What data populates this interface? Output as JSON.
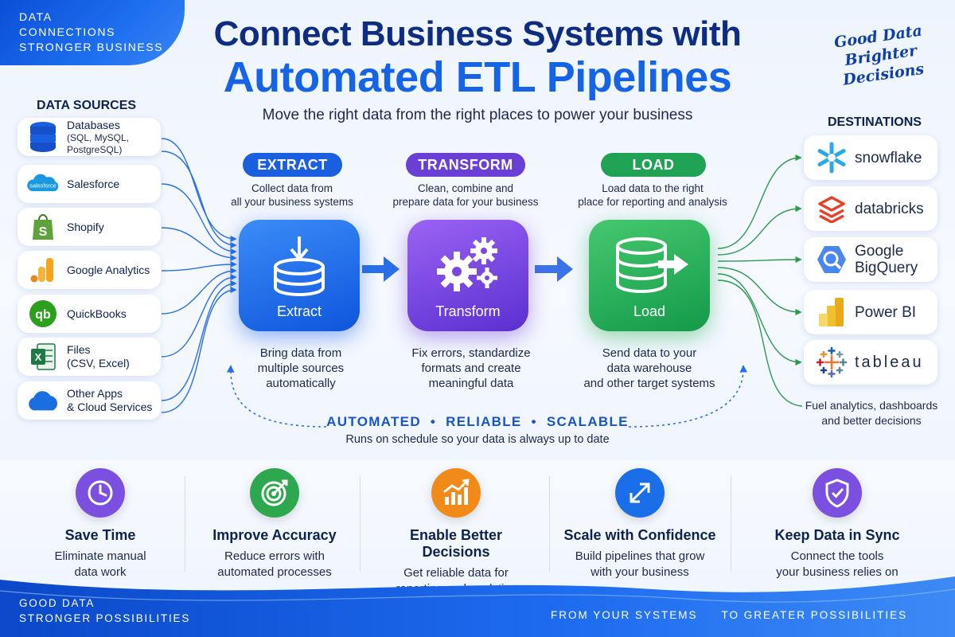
{
  "brand": {
    "corner_top_left": [
      "DATA",
      "CONNECTIONS",
      "STRONGER BUSINESS"
    ],
    "corner_top_right": [
      "Good Data",
      "Brighter Decisions"
    ]
  },
  "header": {
    "title_line1": "Connect Business Systems with",
    "title_line2": "Automated ETL Pipelines",
    "subtitle": "Move the right data from the right places to power your business"
  },
  "sources": {
    "header": "DATA SOURCES",
    "items": [
      {
        "label": "Databases",
        "sub": "(SQL, MySQL,",
        "sub2": "PostgreSQL)",
        "icon": "database-icon"
      },
      {
        "label": "Salesforce",
        "icon": "salesforce-icon",
        "icon_text": "salesforce"
      },
      {
        "label": "Shopify",
        "icon": "shopify-icon"
      },
      {
        "label": "Google Analytics",
        "icon": "google-analytics-icon"
      },
      {
        "label": "QuickBooks",
        "icon": "quickbooks-icon",
        "icon_text": "qb"
      },
      {
        "label": "Files",
        "sub": "(CSV, Excel)",
        "icon": "excel-icon"
      },
      {
        "label": "Other Apps",
        "sub": "& Cloud Services",
        "icon": "cloud-icon"
      }
    ]
  },
  "stages": {
    "extract": {
      "pill": "EXTRACT",
      "desc1": "Collect data from",
      "desc2": "all your business systems",
      "box_label": "Extract",
      "detail1": "Bring data from",
      "detail2": "multiple sources",
      "detail3": "automatically",
      "color": "#1a5fe0"
    },
    "transform": {
      "pill": "TRANSFORM",
      "desc1": "Clean, combine and",
      "desc2": "prepare data for your business",
      "box_label": "Transform",
      "detail1": "Fix errors, standardize",
      "detail2": "formats and create",
      "detail3": "meaningful data",
      "color": "#6a3fd6"
    },
    "load": {
      "pill": "LOAD",
      "desc1": "Load data to the right",
      "desc2": "place for reporting and analysis",
      "box_label": "Load",
      "detail1": "Send data to your",
      "detail2": "data warehouse",
      "detail3": "and other target systems",
      "color": "#1fa254"
    }
  },
  "tagline": {
    "words": [
      "AUTOMATED",
      "RELIABLE",
      "SCALABLE"
    ],
    "sub": "Runs on schedule so your data is always up to date"
  },
  "destinations": {
    "header": "DESTINATIONS",
    "items": [
      {
        "label": "snowflake",
        "icon": "snowflake-icon"
      },
      {
        "label": "databricks",
        "icon": "databricks-icon"
      },
      {
        "label": "Google",
        "label2": "BigQuery",
        "icon": "bigquery-icon"
      },
      {
        "label": "Power BI",
        "icon": "powerbi-icon"
      },
      {
        "label": "tableau",
        "icon": "tableau-icon"
      }
    ],
    "note1": "Fuel analytics, dashboards",
    "note2": "and better decisions"
  },
  "benefits": [
    {
      "title": "Save Time",
      "desc1": "Eliminate manual",
      "desc2": "data work",
      "icon": "clock-icon",
      "color": "#7b4fe0"
    },
    {
      "title": "Improve Accuracy",
      "desc1": "Reduce errors with",
      "desc2": "automated processes",
      "icon": "target-icon",
      "color": "#2ea84f"
    },
    {
      "title": "Enable Better Decisions",
      "desc1": "Get reliable data for",
      "desc2": "reporting and analytics",
      "icon": "growth-chart-icon",
      "color": "#f28a1a"
    },
    {
      "title": "Scale with Confidence",
      "desc1": "Build pipelines that grow",
      "desc2": "with your business",
      "icon": "expand-arrows-icon",
      "color": "#1a6fe8"
    },
    {
      "title": "Keep Data in Sync",
      "desc1": "Connect the tools",
      "desc2": "your business relies on",
      "icon": "shield-check-icon",
      "color": "#7b4fe0"
    }
  ],
  "footer": {
    "left": [
      "GOOD DATA",
      "STRONGER POSSIBILITIES"
    ],
    "right": [
      "FROM YOUR SYSTEMS",
      "TO GREATER POSSIBILITIES"
    ]
  }
}
